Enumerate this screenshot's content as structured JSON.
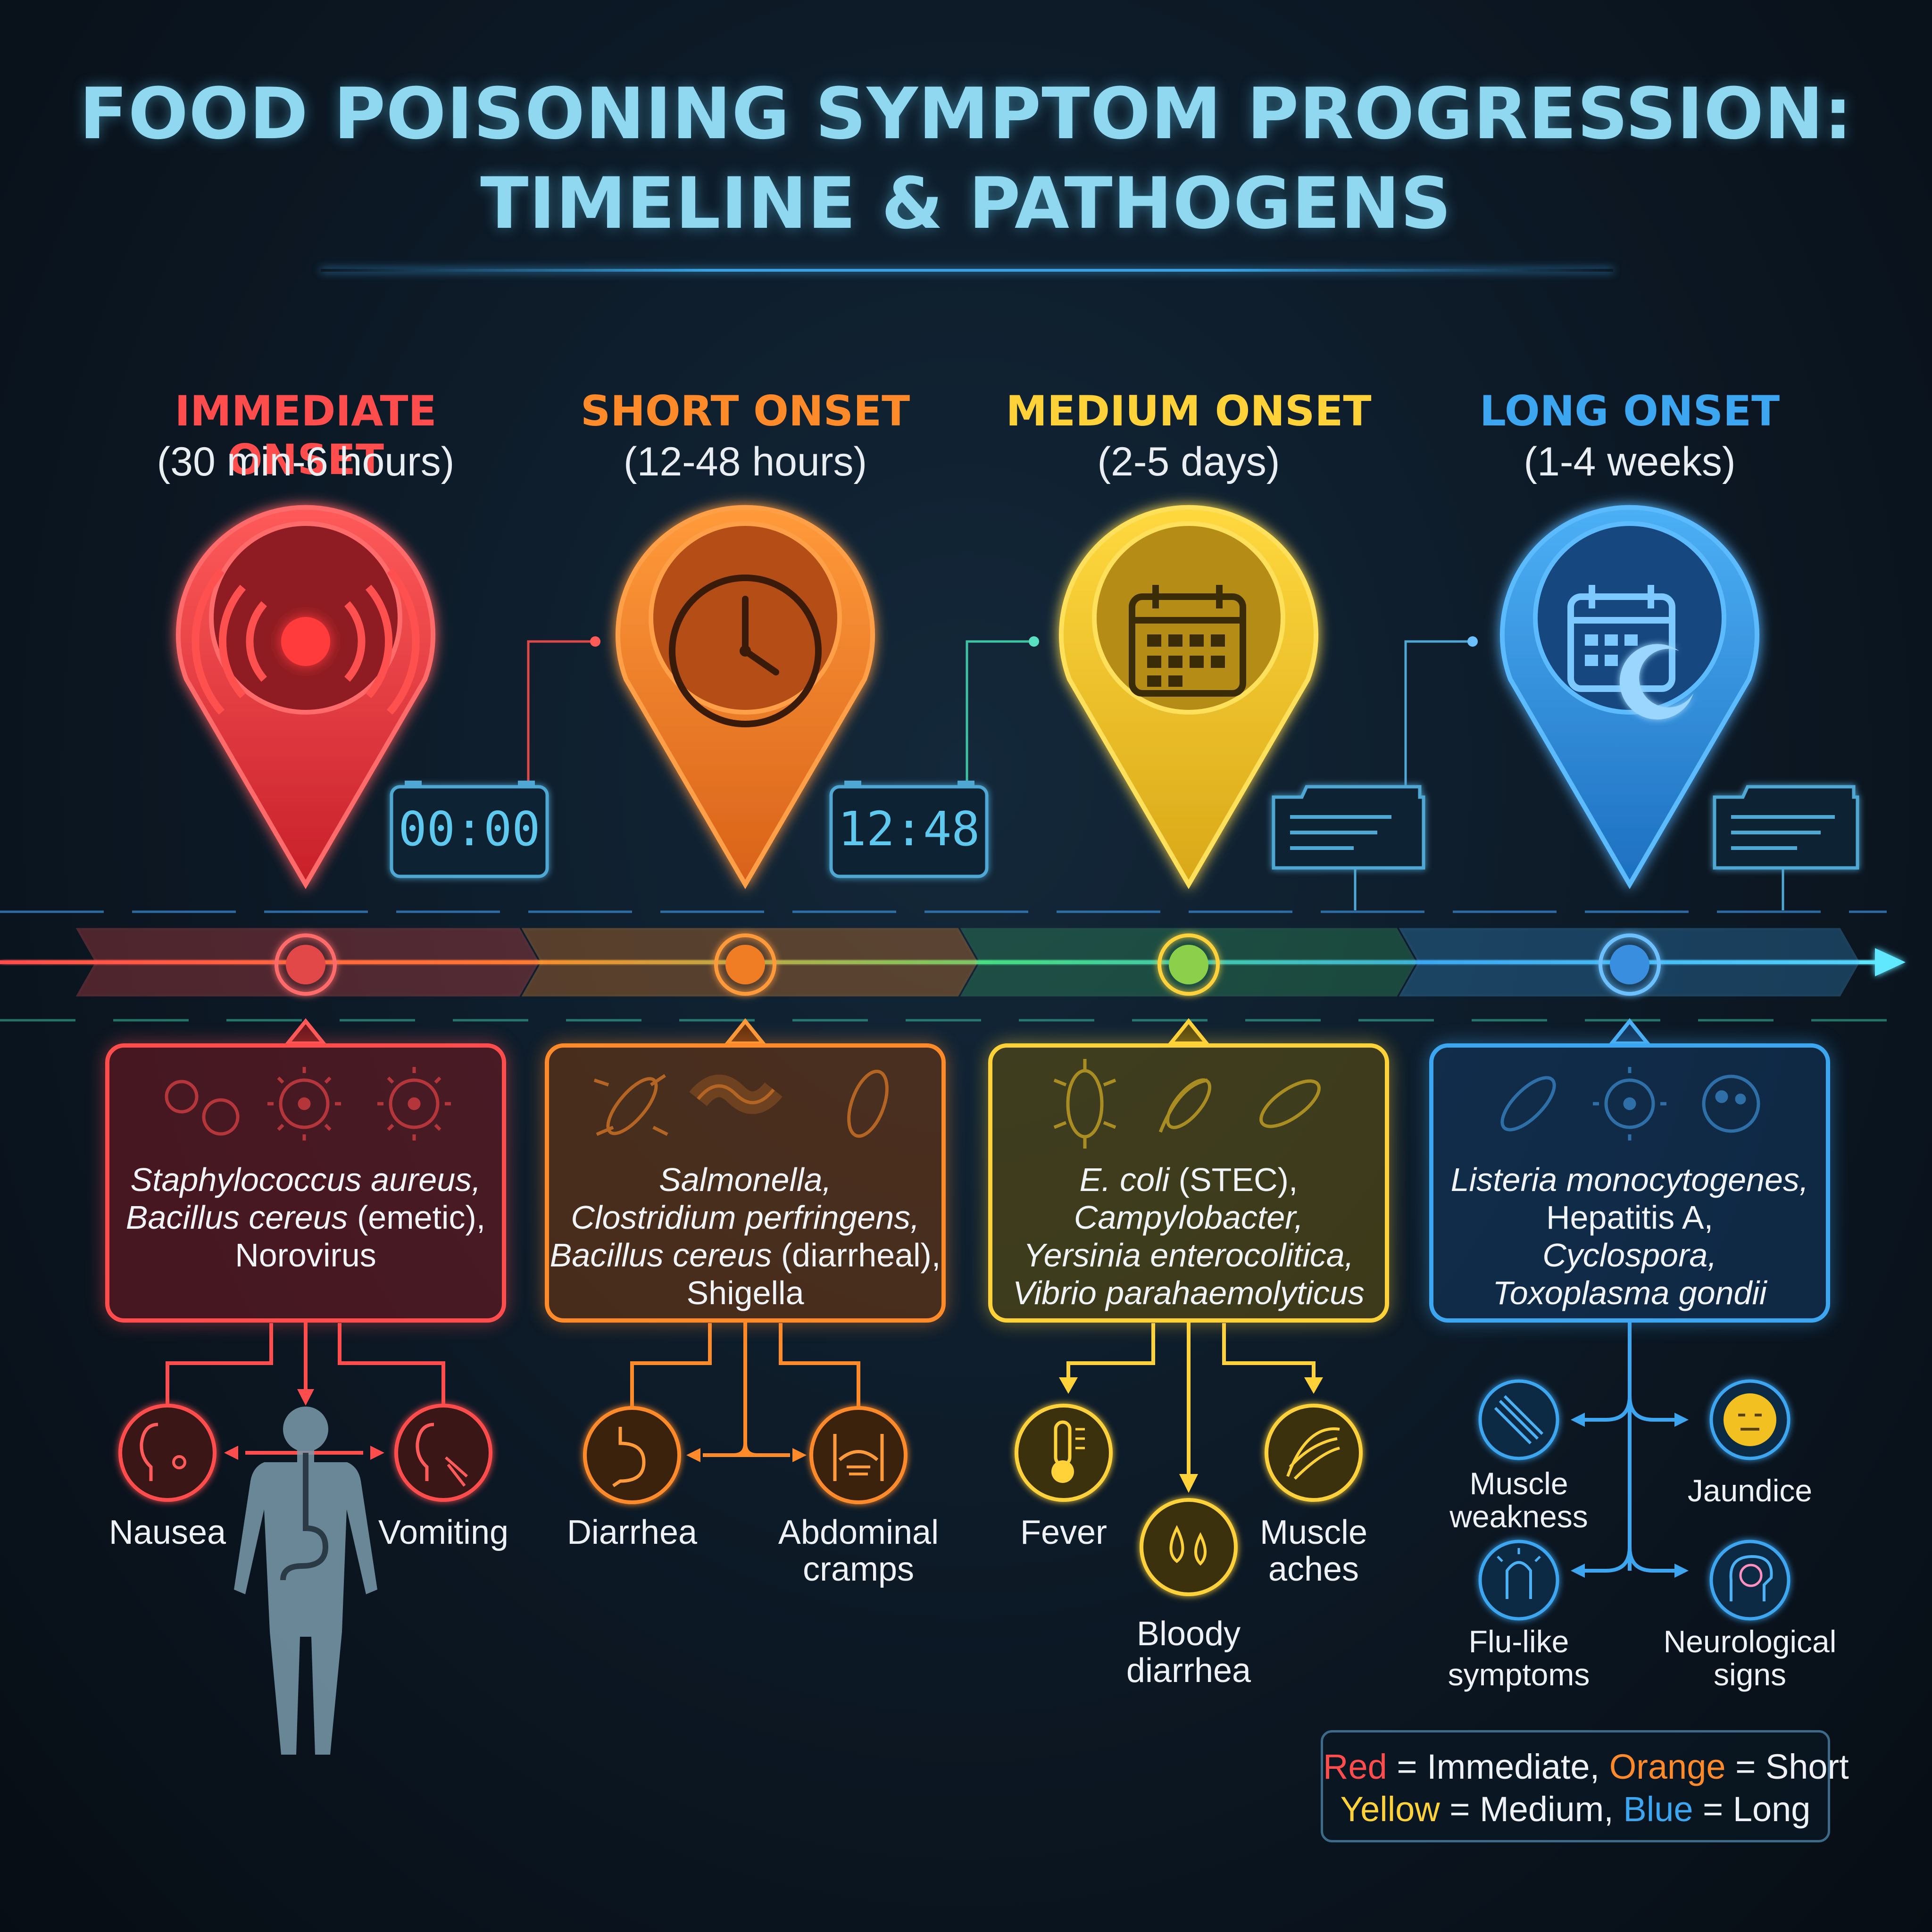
{
  "title": {
    "line1": "FOOD POISONING SYMPTOM PROGRESSION:",
    "line2": "TIMELINE & PATHOGENS"
  },
  "colors": {
    "immediate": "#ff4d4d",
    "short": "#ff8a2a",
    "medium": "#ffd23a",
    "long": "#3da6f0",
    "background": "#0c1824"
  },
  "phases": [
    {
      "heading": "IMMEDIATE ONSET",
      "range": "(30 min-6 hours)",
      "icon": "alarm-signal-icon",
      "display": "00:00",
      "pathogens": [
        {
          "text": "Staphylococcus aureus,",
          "italic": true
        },
        {
          "text_italic": "Bacillus cereus",
          "text_plain": " (emetic),"
        },
        {
          "text": "Norovirus",
          "italic": false
        }
      ],
      "symptoms": [
        "Nausea",
        "Vomiting"
      ]
    },
    {
      "heading": "SHORT ONSET",
      "range": "(12-48 hours)",
      "icon": "clock-icon",
      "display": "12:48",
      "pathogens": [
        {
          "text": "Salmonella,",
          "italic": true
        },
        {
          "text": "Clostridium perfringens,",
          "italic": true
        },
        {
          "text_italic": "Bacillus cereus",
          "text_plain": " (diarrheal),"
        },
        {
          "text": "Shigella",
          "italic": false
        }
      ],
      "symptoms": [
        "Diarrhea",
        "Abdominal",
        "cramps"
      ]
    },
    {
      "heading": "MEDIUM ONSET",
      "range": "(2-5 days)",
      "icon": "calendar-icon",
      "pathogens": [
        {
          "text_italic": "E. coli",
          "text_plain": " (STEC),"
        },
        {
          "text": "Campylobacter,",
          "italic": true
        },
        {
          "text": "Yersinia enterocolitica,",
          "italic": true
        },
        {
          "text": "Vibrio parahaemolyticus",
          "italic": true
        }
      ],
      "symptoms": [
        "Fever",
        "Muscle",
        "aches",
        "Bloody",
        "diarrhea"
      ]
    },
    {
      "heading": "LONG ONSET",
      "range": "(1-4 weeks)",
      "icon": "calendar-moon-icon",
      "pathogens": [
        {
          "text": "Listeria monocytogenes,",
          "italic": true
        },
        {
          "text": "Hepatitis A,",
          "italic": false
        },
        {
          "text": "Cyclospora,",
          "italic": true
        },
        {
          "text": "Toxoplasma gondii",
          "italic": true
        }
      ],
      "symptoms": [
        "Muscle",
        "weakness",
        "Jaundice",
        "Flu-like",
        "symptoms",
        "Neurological",
        "signs"
      ]
    }
  ],
  "legend": {
    "red": "Red",
    "eq_immediate": " = Immediate, ",
    "orange": "Orange",
    "eq_short": " = Short",
    "yellow": "Yellow",
    "eq_medium": " = Medium, ",
    "blue": "Blue",
    "eq_long": " = Long"
  }
}
